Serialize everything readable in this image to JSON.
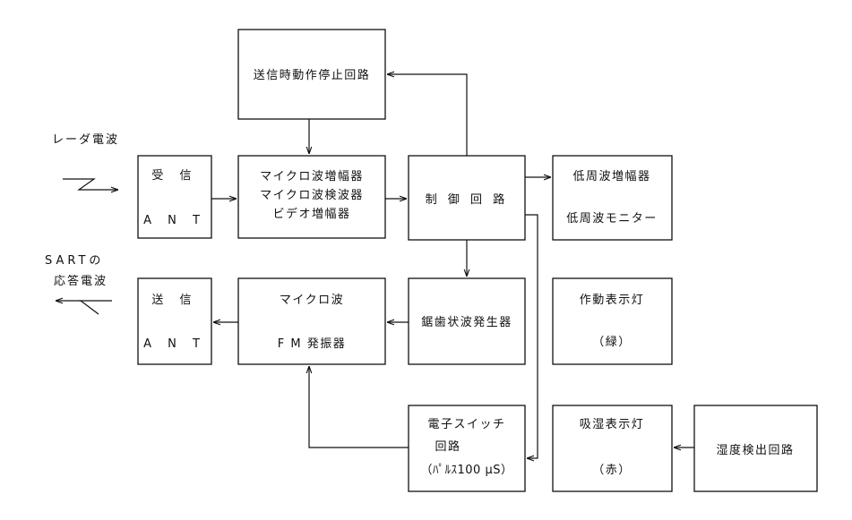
{
  "labels": {
    "radar_wave": "レーダ電波",
    "sart_response_1": "SARTの",
    "sart_response_2": "応答電波"
  },
  "blocks": {
    "tx_stop": {
      "lines": [
        "送信時動作停止回路"
      ]
    },
    "rx_ant": {
      "lines": [
        "受 信",
        "A N T"
      ]
    },
    "microwave_amp": {
      "lines": [
        "マイクロ波増幅器",
        "マイクロ波検波器",
        "ビデオ増幅器"
      ]
    },
    "control": {
      "lines": [
        "制 御 回 路"
      ]
    },
    "lf_amp": {
      "lines": [
        "低周波増幅器",
        "低周波モニター"
      ]
    },
    "tx_ant": {
      "lines": [
        "送 信",
        "A N T"
      ]
    },
    "fm_osc": {
      "lines": [
        "マイクロ波",
        "F M 発振器"
      ]
    },
    "sawtooth": {
      "lines": [
        "鋸歯状波発生器"
      ]
    },
    "op_lamp": {
      "lines": [
        "作動表示灯",
        "（緑）"
      ]
    },
    "switch": {
      "lines": [
        "電子スイッチ",
        "回路",
        "（ﾊﾟﾙｽ100 μS）"
      ]
    },
    "moist_lamp": {
      "lines": [
        "吸湿表示灯",
        "（赤）"
      ]
    },
    "humidity": {
      "lines": [
        "湿度検出回路"
      ]
    }
  }
}
